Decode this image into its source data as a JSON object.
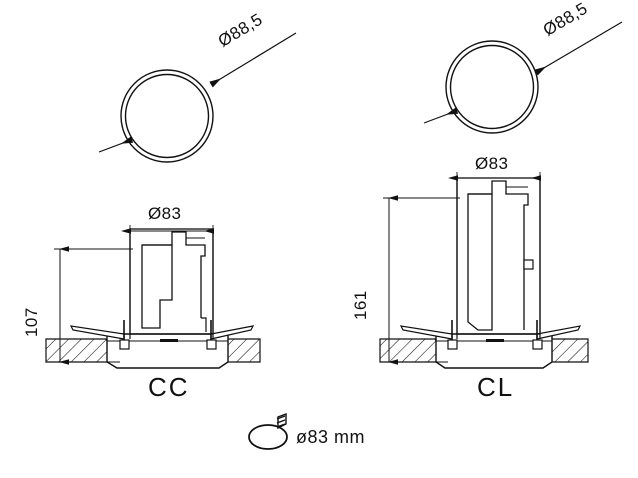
{
  "drawing": {
    "title": "Recessed downlight installation drawing",
    "background_color": "#ffffff",
    "line_color": "#111111",
    "units": "mm"
  },
  "views": [
    {
      "id": "cc",
      "name": "CC",
      "label": "CC",
      "plan_diameter_label": "Ø88,5",
      "plan_diameter_value": 88.5,
      "body_diameter_label": "Ø83",
      "body_diameter_value": 83,
      "height_label": "107",
      "height_value": 107
    },
    {
      "id": "cl",
      "name": "CL",
      "label": "CL",
      "plan_diameter_label": "Ø88,5",
      "plan_diameter_value": 88.5,
      "body_diameter_label": "Ø83",
      "body_diameter_value": 83,
      "height_label": "161",
      "height_value": 161
    }
  ],
  "note": {
    "icon": "drill-hole-icon",
    "text": "ø83 mm",
    "cutout_diameter": 83,
    "unit": "mm"
  }
}
